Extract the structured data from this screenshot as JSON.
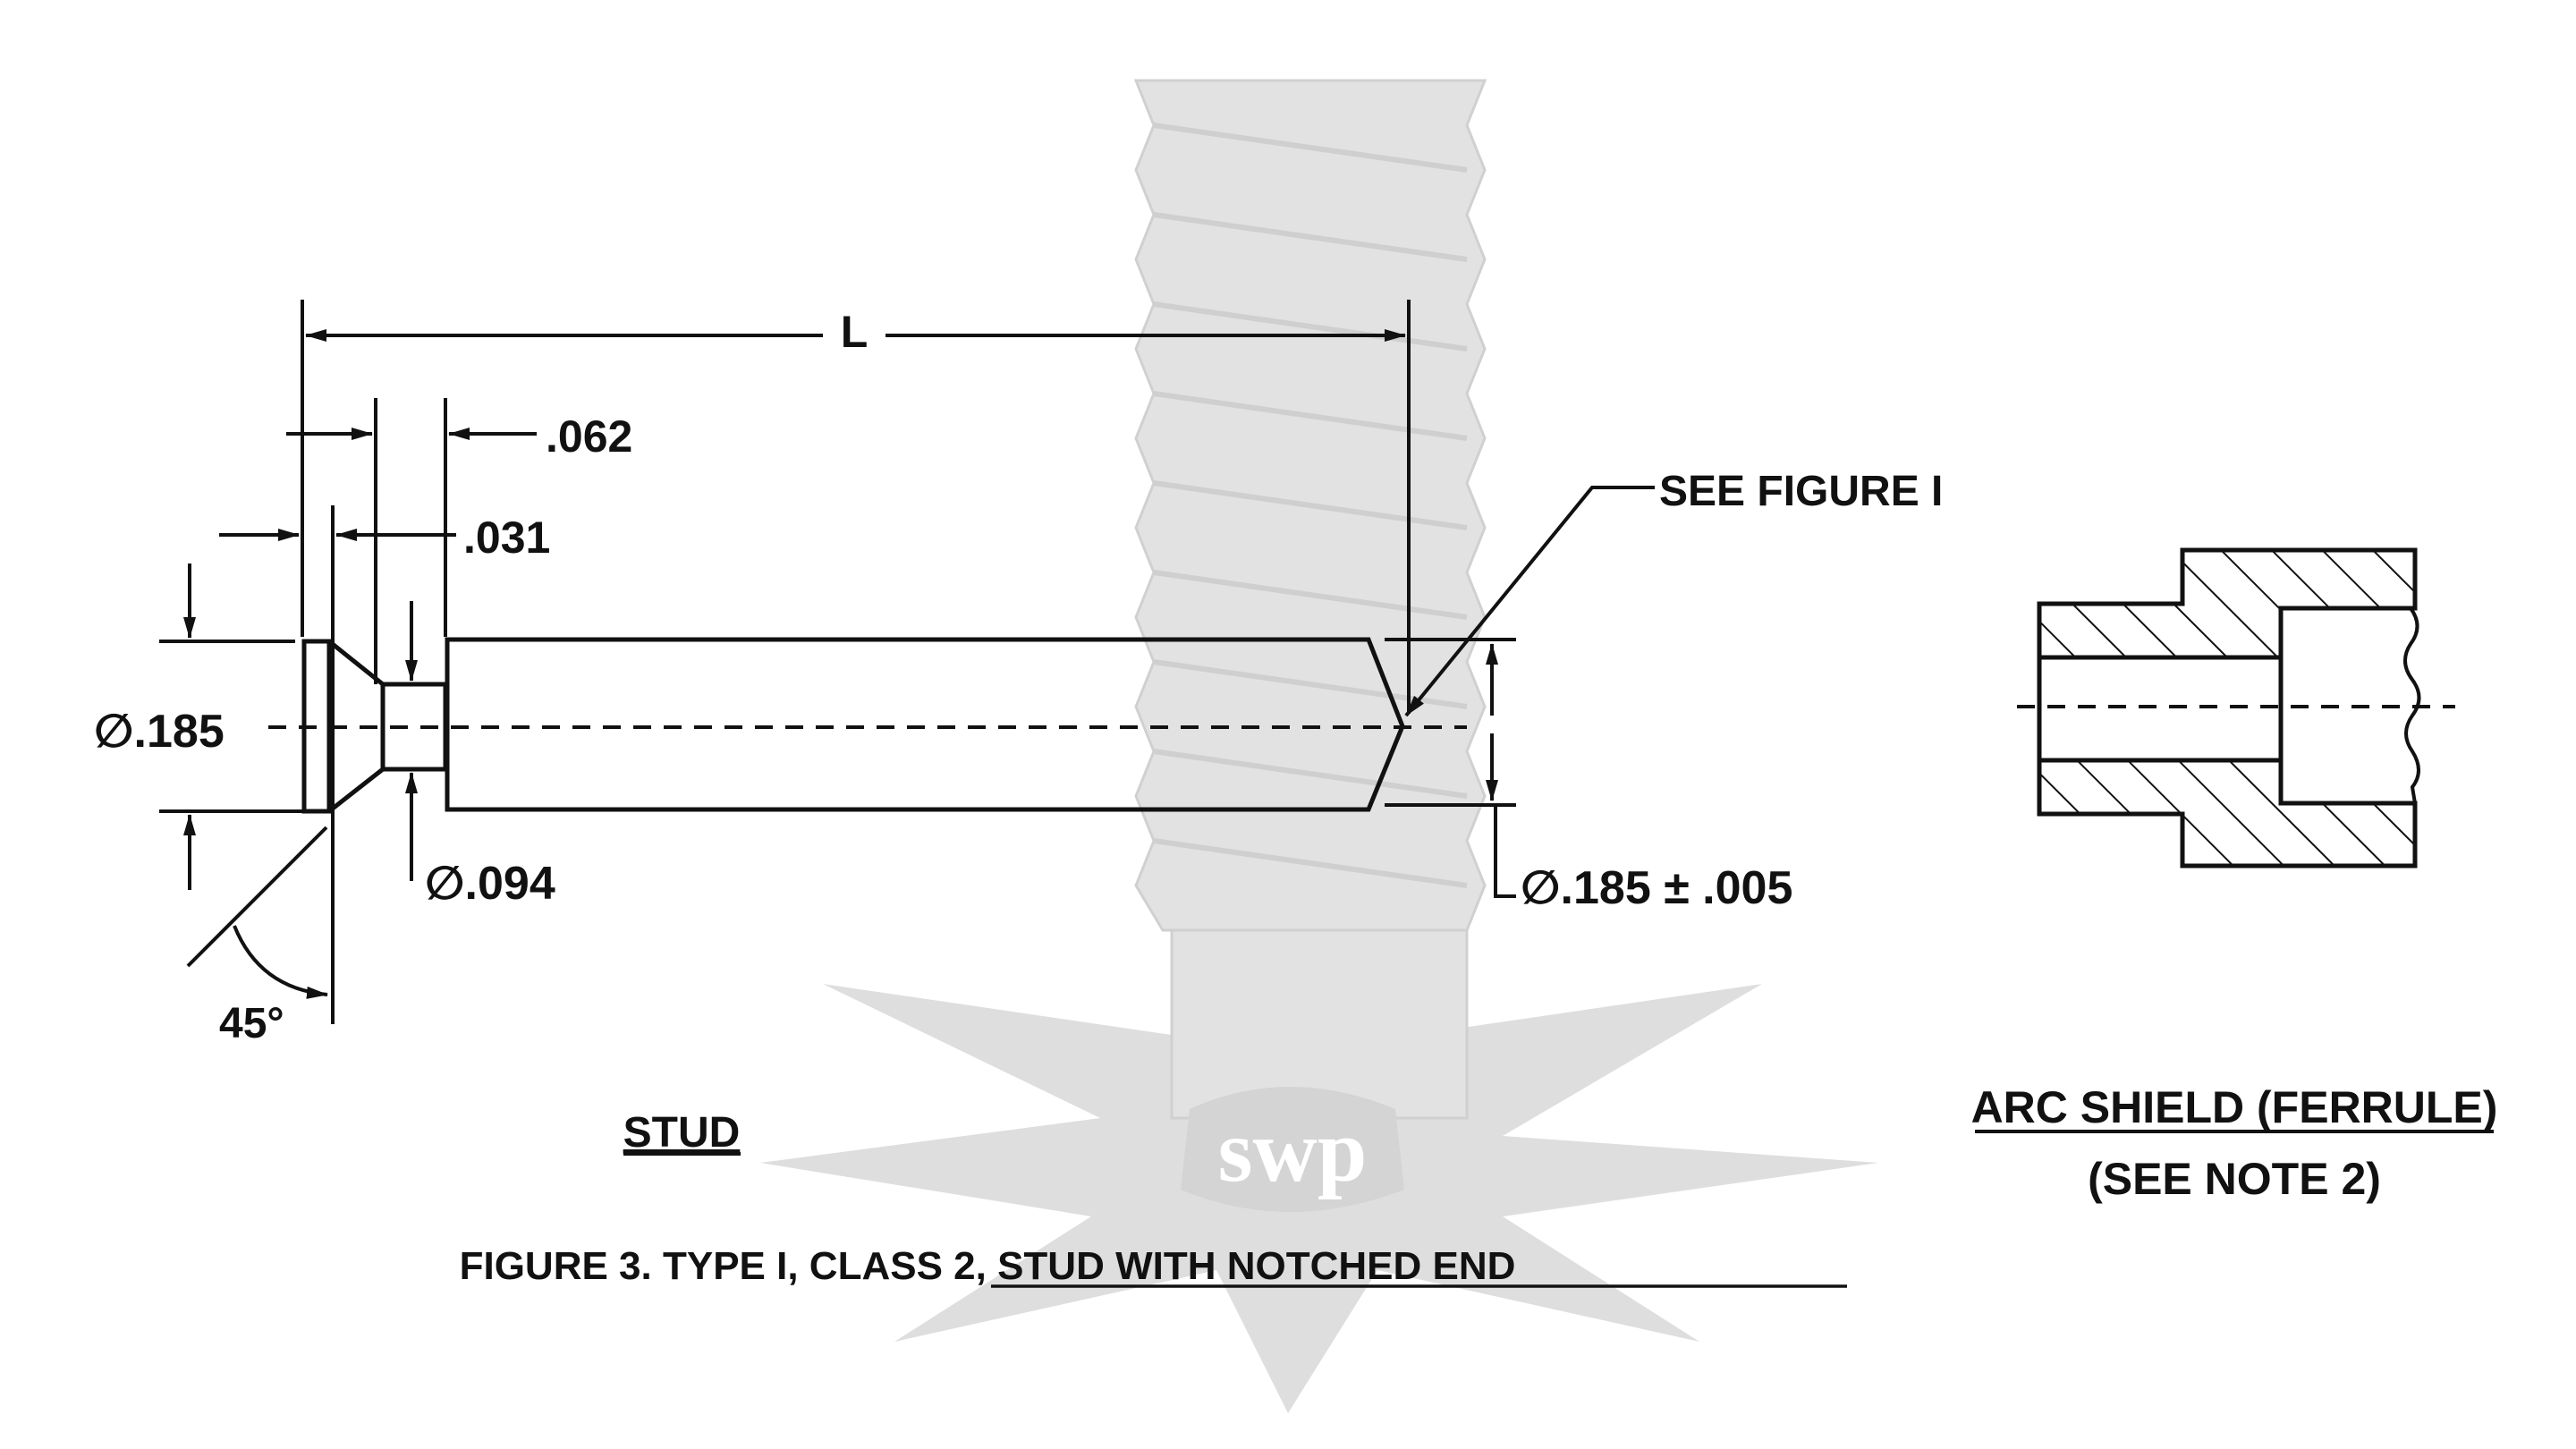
{
  "colors": {
    "ink": "#111111",
    "watermark": "#d6d6d6",
    "background": "#ffffff"
  },
  "watermark": {
    "logo_text": "swp"
  },
  "dimensions": {
    "length": "L",
    "d062": ".062",
    "d031": ".031",
    "dia185_head": "∅.185",
    "dia094": "∅.094",
    "angle": "45°",
    "dia185_tol": "∅.185 ± .005"
  },
  "callouts": {
    "see_figure": "SEE FIGURE I"
  },
  "labels": {
    "stud": "STUD",
    "ferrule_title": "ARC SHIELD (FERRULE)",
    "ferrule_note": "(SEE NOTE 2)"
  },
  "caption": {
    "prefix": "FIGURE 3. ",
    "text": "TYPE I, CLASS 2, STUD WITH NOTCHED END"
  }
}
